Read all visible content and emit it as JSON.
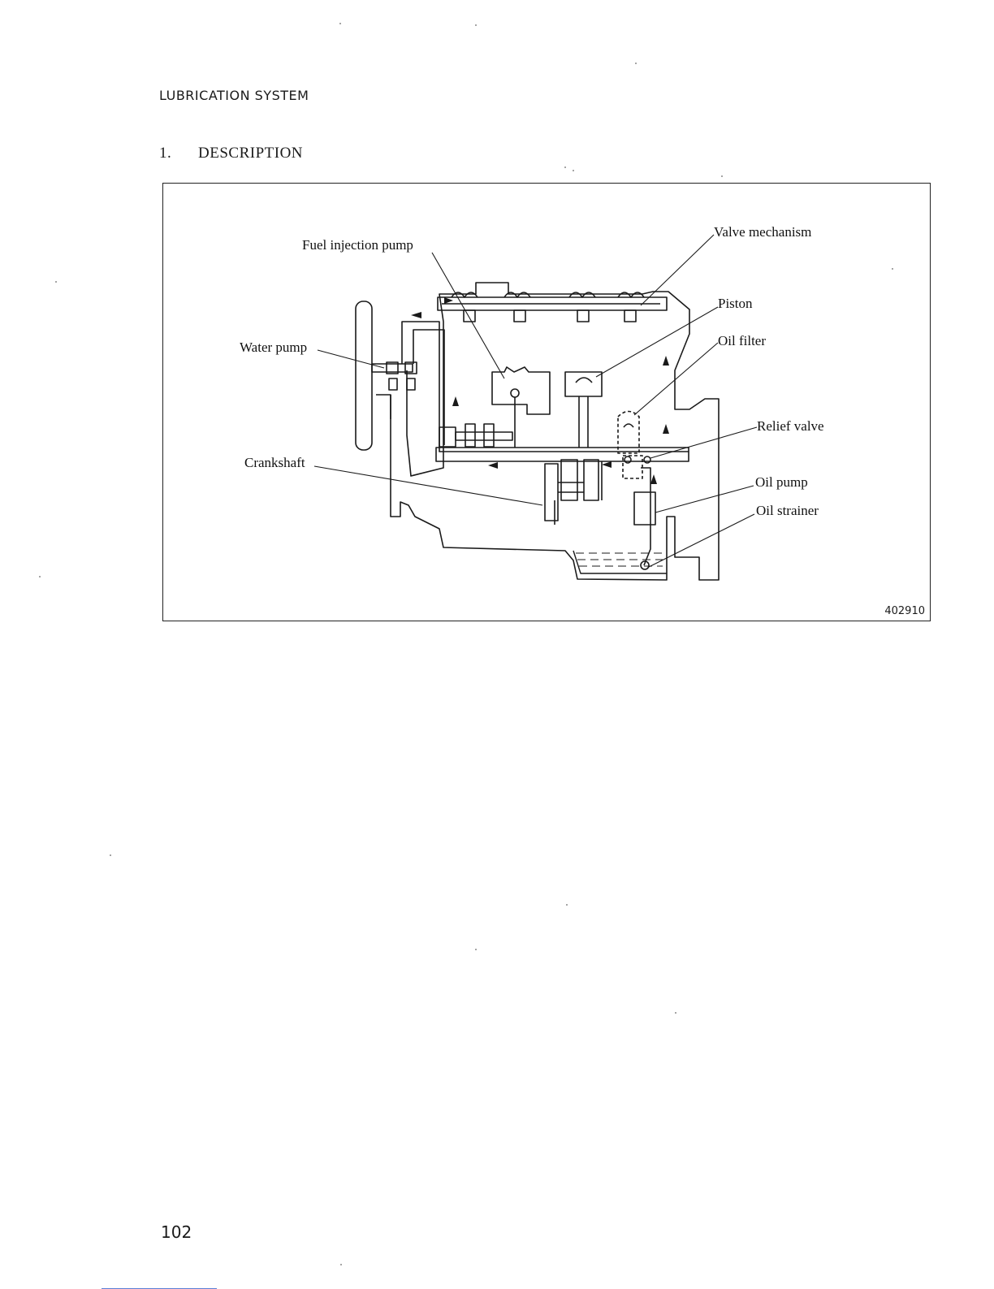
{
  "header": {
    "section": "LUBRICATION SYSTEM"
  },
  "heading": {
    "number": "1.",
    "title": "DESCRIPTION"
  },
  "figure": {
    "labels": {
      "fuel_injection_pump": "Fuel injection pump",
      "valve_mechanism": "Valve mechanism",
      "piston": "Piston",
      "water_pump": "Water pump",
      "oil_filter": "Oil filter",
      "relief_valve": "Relief valve",
      "crankshaft": "Crankshaft",
      "oil_pump": "Oil pump",
      "oil_strainer": "Oil strainer"
    },
    "figure_number": "402910"
  },
  "footer": {
    "page_number": "102"
  }
}
